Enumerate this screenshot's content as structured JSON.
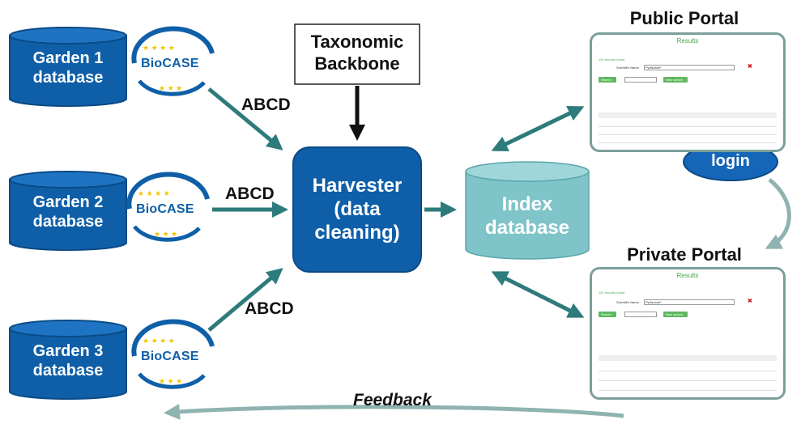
{
  "sources": [
    {
      "label_line1": "Garden 1",
      "label_line2": "database",
      "logo_text": "BioCASE",
      "protocol": "ABCD"
    },
    {
      "label_line1": "Garden 2",
      "label_line2": "database",
      "logo_text": "BioCASE",
      "protocol": "ABCD"
    },
    {
      "label_line1": "Garden 3",
      "label_line2": "database",
      "logo_text": "BioCASE",
      "protocol": "ABCD"
    }
  ],
  "backbone": {
    "line1": "Taxonomic",
    "line2": "Backbone"
  },
  "harvester": {
    "line1": "Harvester",
    "line2": "(data",
    "line3": "cleaning)"
  },
  "index_db": {
    "line1": "Index",
    "line2": "database"
  },
  "public_portal": {
    "title": "Public Portal",
    "screenshot": {
      "heading": "Results",
      "found": "101 records found",
      "search_label": "Scientific Name",
      "search_value": "Pyrtaceae*",
      "search_btn": "Search",
      "new_search_btn": "New search"
    }
  },
  "private_portal": {
    "title": "Private Portal",
    "screenshot": {
      "heading": "Results",
      "found": "101 records found",
      "search_label": "Scientific Name",
      "search_value": "Pyrtaceae*",
      "search_btn": "Search",
      "new_search_btn": "New search"
    }
  },
  "login": {
    "label": "login"
  },
  "feedback": {
    "label": "Feedback"
  },
  "colors": {
    "db_blue": "#0f5fa8",
    "db_dark": "#0a4a85",
    "arrow_teal": "#2e7b7b",
    "index_teal": "#7fc4c8",
    "portal_border": "#7a9f9a",
    "login_blue": "#1565b8"
  }
}
